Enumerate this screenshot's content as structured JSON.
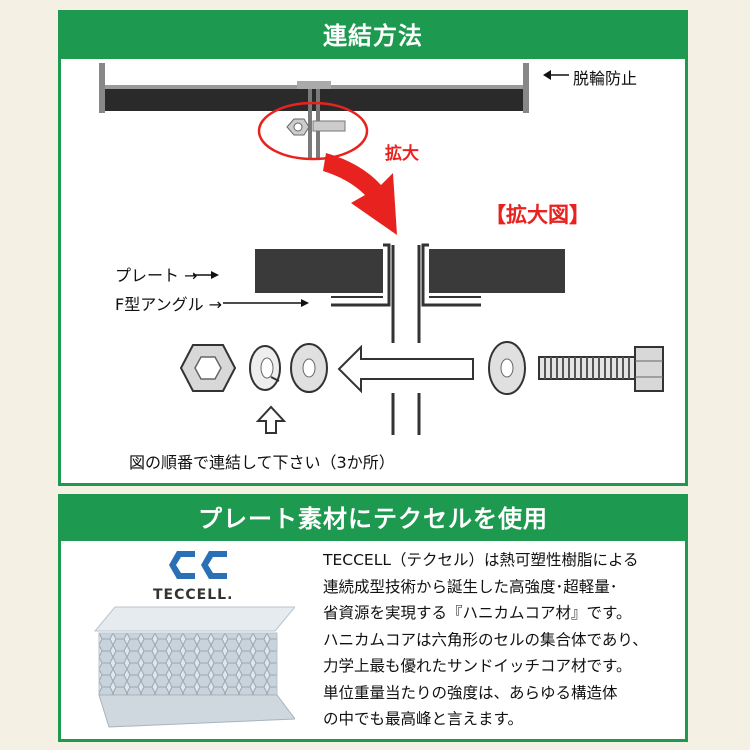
{
  "connection": {
    "title": "連結方法",
    "wheel_stop_label": "脱輪防止",
    "enlarge_label": "拡大",
    "enlarged_view_label": "【拡大図】",
    "plate_label": "プレート →",
    "angle_label": "F型アングル →",
    "instruction": "図の順番で連結して下さい（3か所）"
  },
  "material": {
    "title": "プレート素材にテクセルを使用",
    "brand_name": "TECCELL.",
    "description_lines": [
      "TECCELL（テクセル）は熱可塑性樹脂による",
      "連続成型技術から誕生した高強度･超軽量･",
      "省資源を実現する『ハニカムコア材』です。",
      "ハニカムコアは六角形のセルの集合体であり、",
      "力学上最も優れたサンドイッチコア材です。",
      "単位重量当たりの強度は、あらゆる構造体",
      "の中でも最高峰と言えます。"
    ]
  },
  "colors": {
    "accent_green": "#1e9a50",
    "highlight_red": "#e8231f",
    "logo_blue": "#2b6fb6"
  }
}
